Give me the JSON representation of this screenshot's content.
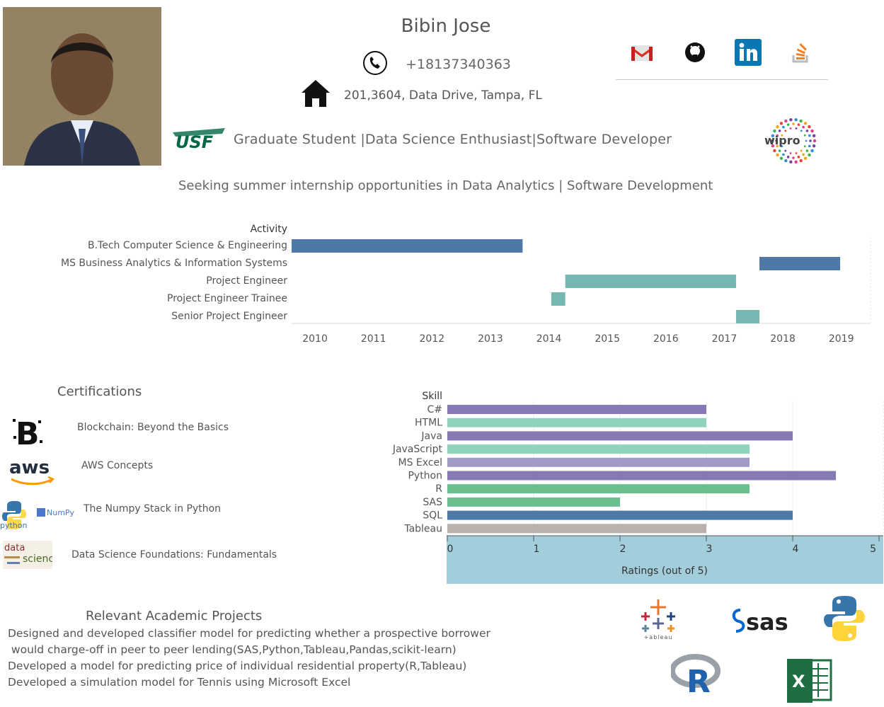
{
  "profile": {
    "name": "Bibin Jose",
    "phone": "+18137340363",
    "address": "201,3604, Data Drive, Tampa, FL",
    "tagline": "Graduate Student |Data Science Enthusiast|Software Developer",
    "seeking": "Seeking summer internship opportunities in Data Analytics |  Software Development",
    "logo_left": "USF",
    "logo_right": "wipro"
  },
  "social_icons": [
    "gmail-icon",
    "github-icon",
    "linkedin-icon",
    "stackoverflow-icon"
  ],
  "certifications": {
    "title": "Certifications",
    "items": [
      {
        "label": "Blockchain: Beyond the Basics",
        "icon": "blockchain-icon",
        "icon_text": "B"
      },
      {
        "label": "AWS Concepts",
        "icon": "aws-icon",
        "icon_text": "aws"
      },
      {
        "label": "The Numpy Stack in Python",
        "icon": "python-numpy-icon",
        "icon_text": "python",
        "icon_text2": "NumPy"
      },
      {
        "label": "Data Science Foundations: Fundamentals",
        "icon": "data-science-icon",
        "icon_text": "data",
        "icon_text2": "science"
      }
    ]
  },
  "projects": {
    "title": "Relevant  Academic  Projects",
    "lines": [
      "Designed and developed classifier model for predicting whether a prospective borrower",
      " would charge-off in peer to peer lending(SAS,Python,Tableau,Pandas,scikit-learn)",
      "Developed a model for predicting price of individual residential property(R,Tableau)",
      "Developed a simulation model for Tennis using Microsoft Excel"
    ]
  },
  "tool_logos": [
    {
      "icon": "tableau-logo",
      "text": "+ableau"
    },
    {
      "icon": "sas-logo",
      "text": "sas"
    },
    {
      "icon": "python-logo",
      "text": ""
    },
    {
      "icon": "r-logo",
      "text": "R"
    },
    {
      "icon": "excel-logo",
      "text": "X"
    }
  ],
  "chart_data": [
    {
      "type": "gantt",
      "ylabel": "Activity",
      "xlim": [
        2009.6,
        2019.5
      ],
      "ticks": [
        2010,
        2011,
        2012,
        2013,
        2014,
        2015,
        2016,
        2017,
        2018,
        2019
      ],
      "rows": [
        {
          "label": "B.Tech  Computer Science & Engineering",
          "start": 2009.6,
          "end": 2013.55,
          "color": "#4e79a7"
        },
        {
          "label": "MS Business Analytics & Information Systems",
          "start": 2017.6,
          "end": 2018.98,
          "color": "#4e79a7"
        },
        {
          "label": "Project Engineer",
          "start": 2014.28,
          "end": 2017.2,
          "color": "#76b7b2"
        },
        {
          "label": "Project Engineer Trainee",
          "start": 2014.04,
          "end": 2014.28,
          "color": "#76b7b2"
        },
        {
          "label": "Senior Project Engineer",
          "start": 2017.2,
          "end": 2017.6,
          "color": "#76b7b2"
        }
      ]
    },
    {
      "type": "bar",
      "ylabel": "Skill",
      "xlabel": "Ratings (out of 5)",
      "xlim": [
        0,
        5
      ],
      "ticks": [
        0,
        1,
        2,
        3,
        4,
        5
      ],
      "categories": [
        "C#",
        "HTML",
        "Java",
        "JavaScript",
        "MS Excel",
        "Python",
        "R",
        "SAS",
        "SQL",
        "Tableau"
      ],
      "values": [
        3,
        3,
        4,
        3.5,
        3.5,
        4.5,
        3.5,
        2,
        4,
        3
      ],
      "colors": [
        "#8779b3",
        "#8fd3bf",
        "#8779b3",
        "#8fd3bf",
        "#a49ac9",
        "#8779b3",
        "#6bbf8e",
        "#6bbf8e",
        "#4e79a7",
        "#bab0ac"
      ]
    }
  ]
}
